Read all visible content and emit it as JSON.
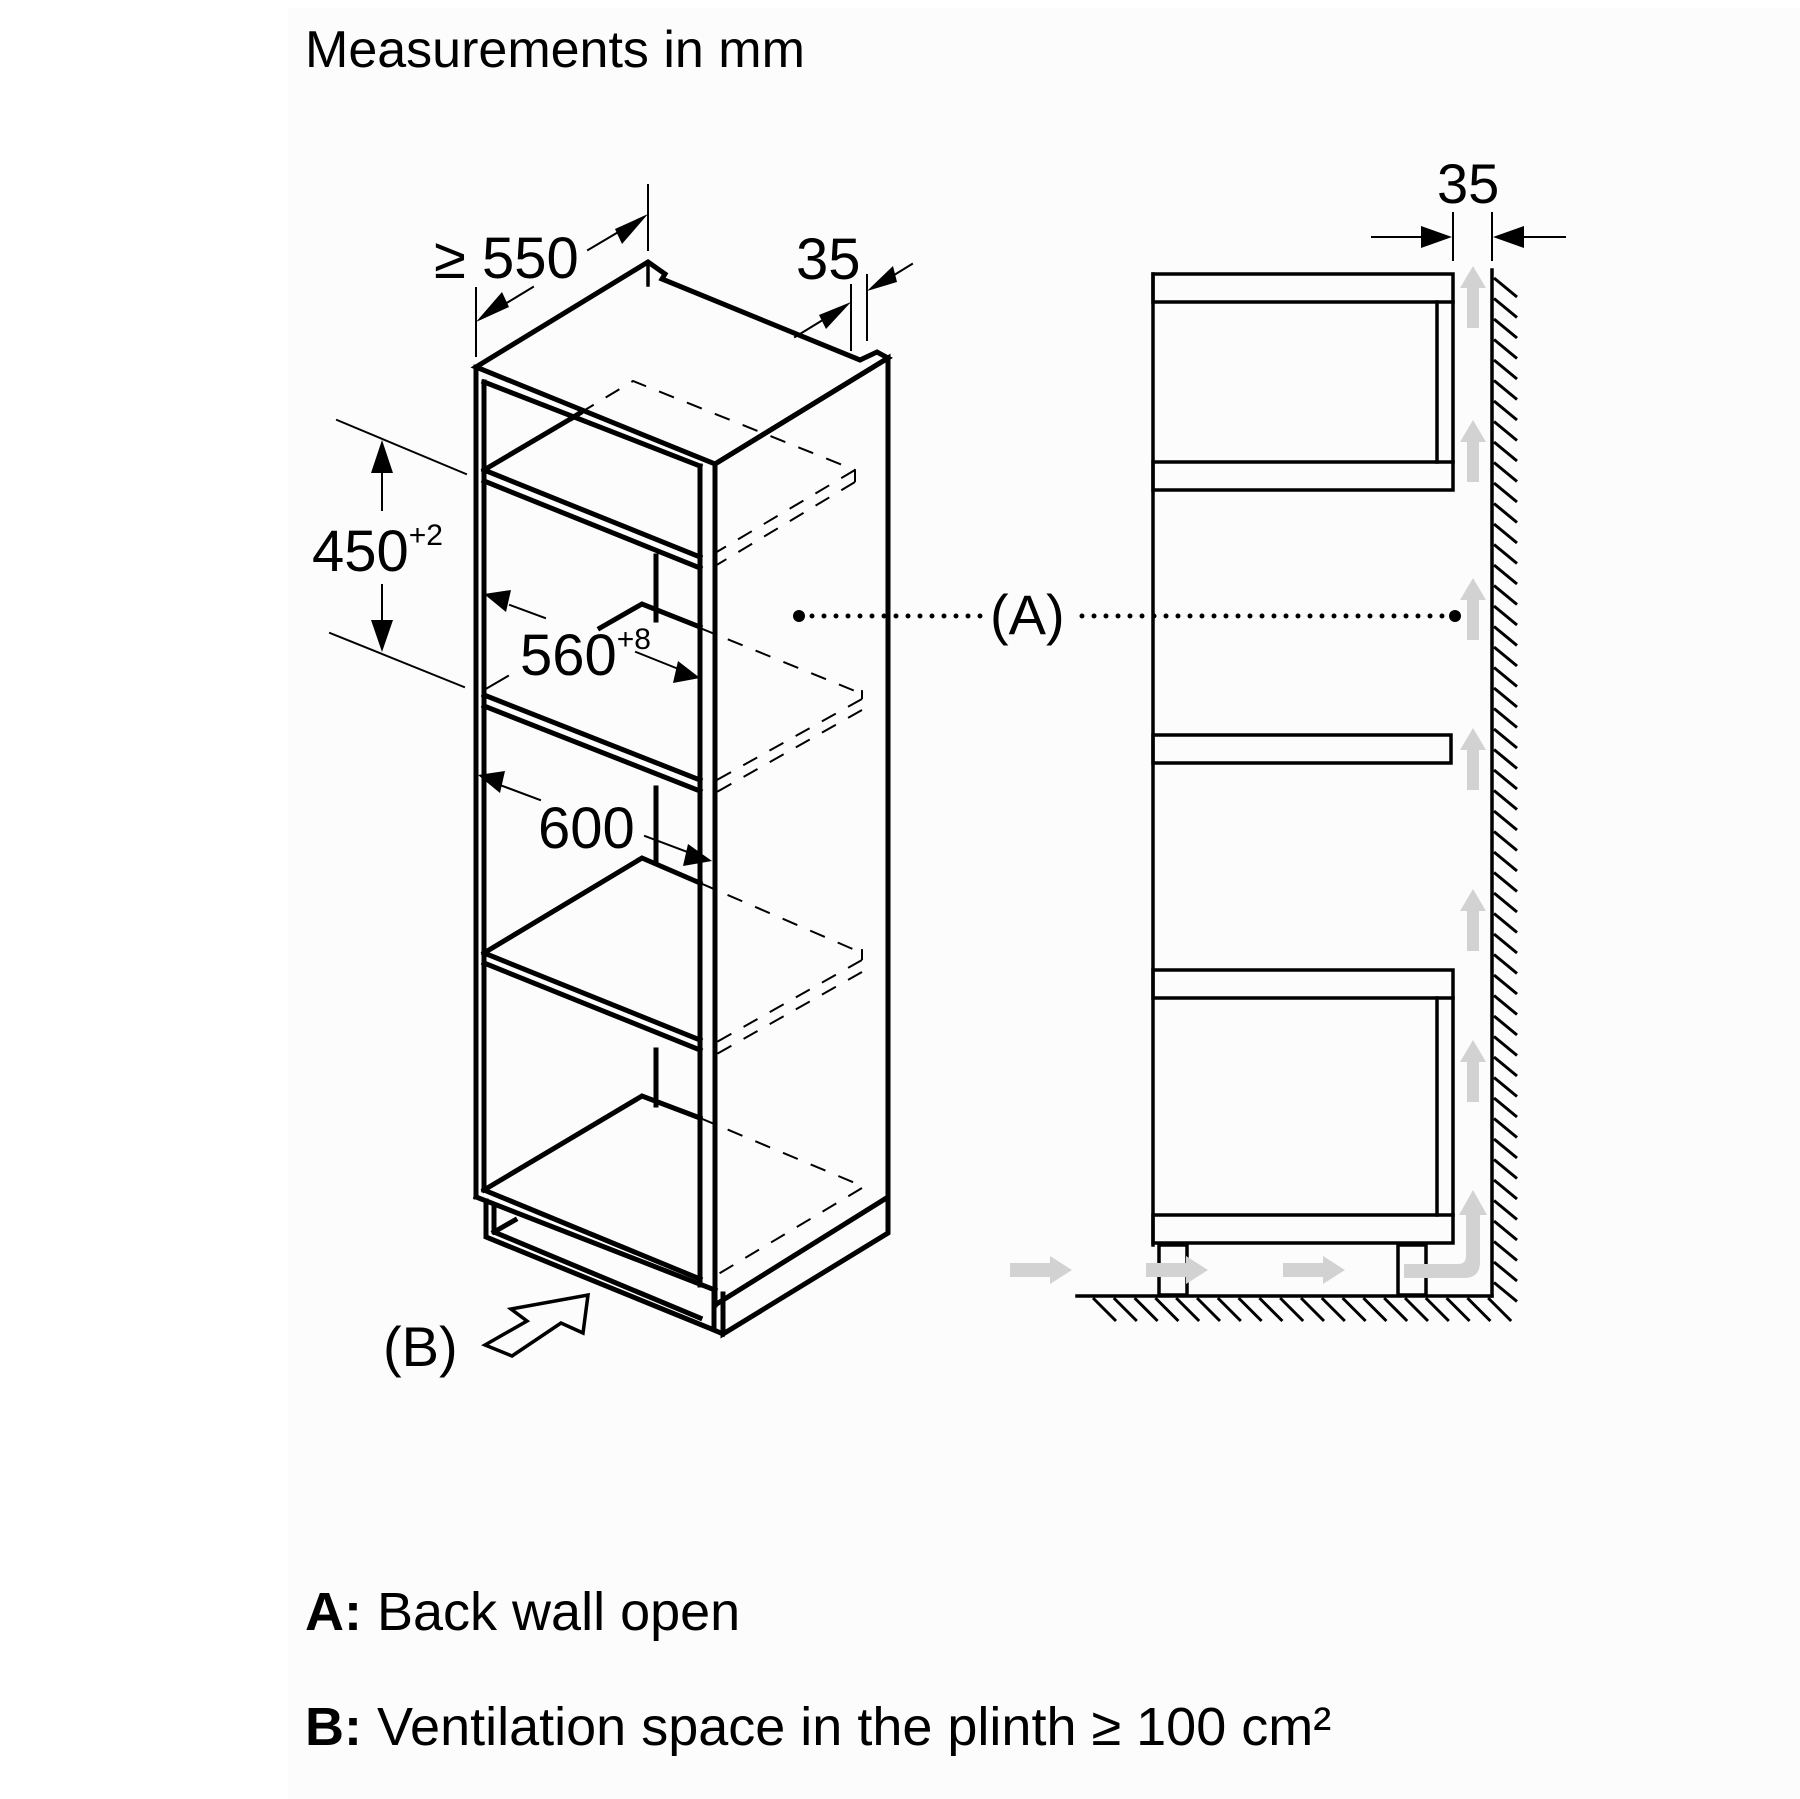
{
  "title": "Measurements in mm",
  "colors": {
    "line": "#000000",
    "airflow_arrow": "#d2d2d2",
    "panel_background": "#fcfcfc",
    "page_background": "#ffffff"
  },
  "isometric_view": {
    "depth_label": "≥ 550",
    "rear_gap_label": "35",
    "niche_height_label": "450",
    "niche_height_tolerance": "+2",
    "niche_width_label": "560",
    "niche_width_tolerance": "+8",
    "cabinet_width_label": "600",
    "plinth_callout": "(B)",
    "ventilation_arrow_icon": "ventilation-arrow-icon"
  },
  "side_view": {
    "rear_gap_label": "35",
    "back_wall_callout": "(A)",
    "airflow_icon": "airflow-arrow-icon",
    "wall_icon": "hatched-wall-icon",
    "floor_icon": "hatched-floor-icon"
  },
  "legend": [
    {
      "key": "A:",
      "text": "Back wall open"
    },
    {
      "key": "B:",
      "text": "Ventilation space in the plinth ≥ 100 cm²"
    }
  ]
}
